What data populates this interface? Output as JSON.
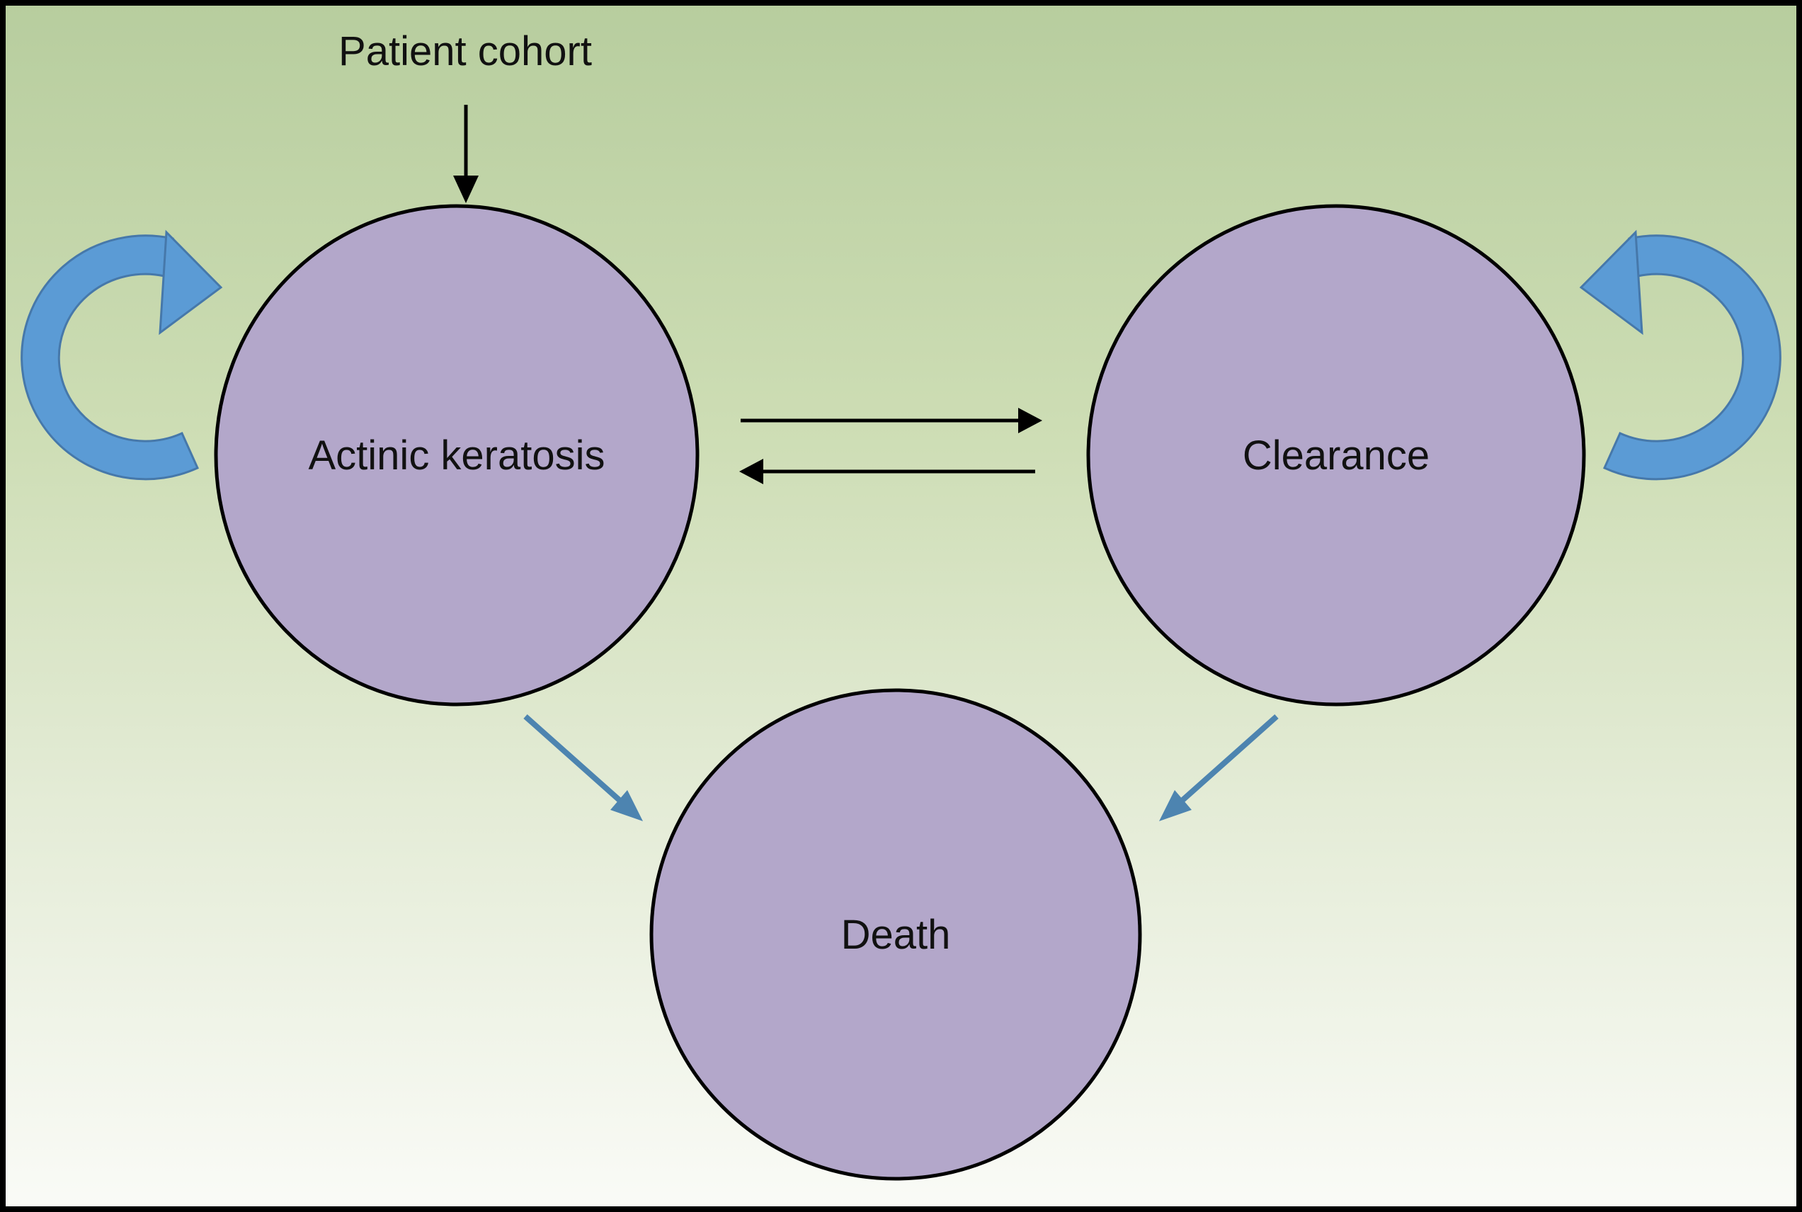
{
  "figure": {
    "type": "state-transition-diagram",
    "entry_label": "Patient cohort"
  },
  "nodes": [
    {
      "id": "actinic-keratosis",
      "label": "Actinic keratosis"
    },
    {
      "id": "clearance",
      "label": "Clearance"
    },
    {
      "id": "death",
      "label": "Death"
    }
  ],
  "transitions": [
    {
      "from": "Patient cohort",
      "to": "Actinic keratosis",
      "style": "black-straight-arrow"
    },
    {
      "from": "Actinic keratosis",
      "to": "Clearance",
      "style": "black-straight-arrow"
    },
    {
      "from": "Clearance",
      "to": "Actinic keratosis",
      "style": "black-straight-arrow"
    },
    {
      "from": "Actinic keratosis",
      "to": "Actinic keratosis",
      "style": "blue-curved-self-loop"
    },
    {
      "from": "Clearance",
      "to": "Clearance",
      "style": "blue-curved-self-loop"
    },
    {
      "from": "Actinic keratosis",
      "to": "Death",
      "style": "thin-blue-arrow"
    },
    {
      "from": "Clearance",
      "to": "Death",
      "style": "thin-blue-arrow"
    }
  ],
  "colors": {
    "background_top": "#b7cd9e",
    "background_mid1": "#cdddb4",
    "background_mid2": "#e3ebd5",
    "background_bottom": "#fafbf7",
    "node_fill": "#b3a7ca",
    "node_stroke": "#000000",
    "black_arrow": "#000000",
    "self_loop_fill": "#5b9bd5",
    "self_loop_outline": "#4678aa",
    "death_arrow": "#4d84b0",
    "frame": "#000000"
  }
}
